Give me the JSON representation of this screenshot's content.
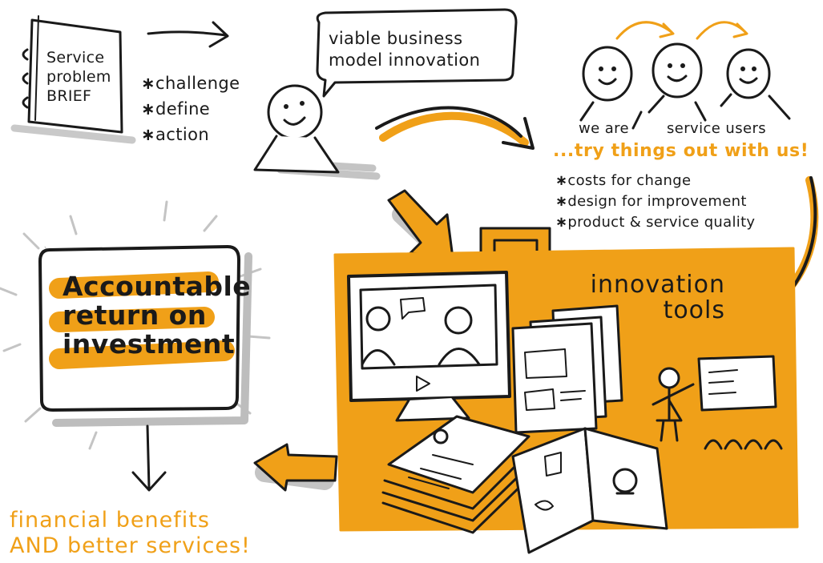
{
  "brief": {
    "lines": [
      "Service",
      "problem",
      "BRIEF"
    ]
  },
  "steps": [
    "challenge",
    "define",
    "action"
  ],
  "speech": {
    "lines": [
      "viable business",
      "model innovation"
    ]
  },
  "users": {
    "label_left": "we are",
    "label_right": "service users"
  },
  "tagline": "...try things out with us!",
  "benefits_list": [
    "costs for change",
    "design for improvement",
    "product & service quality"
  ],
  "roi": {
    "lines": [
      "Accountable",
      "return on",
      "investment"
    ]
  },
  "tools": {
    "lines": [
      "innovation",
      "tools"
    ]
  },
  "outcome": {
    "lines": [
      "financial benefits",
      "AND better services!"
    ]
  },
  "colors": {
    "accent": "#f0a018",
    "ink": "#1a1a1a",
    "shadow": "#bdbdbd"
  }
}
